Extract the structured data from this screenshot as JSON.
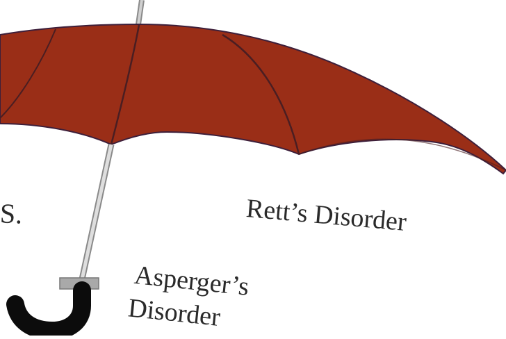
{
  "diagram": {
    "colors": {
      "canopy": "#9a2e17",
      "canopy_edge": "#3d1f3a",
      "rib": "#4a1e22",
      "shaft": "#c4c4c4",
      "shaft_edge": "#8a8a8a",
      "handle": "#0c0c0c",
      "ferrule": "#a9a9a9",
      "text": "#2a2a2a"
    },
    "labels": {
      "left_partial": "S.",
      "rett": "Rett’s Disorder",
      "asperger_line1": "Asperger’s",
      "asperger_line2": "Disorder"
    }
  }
}
